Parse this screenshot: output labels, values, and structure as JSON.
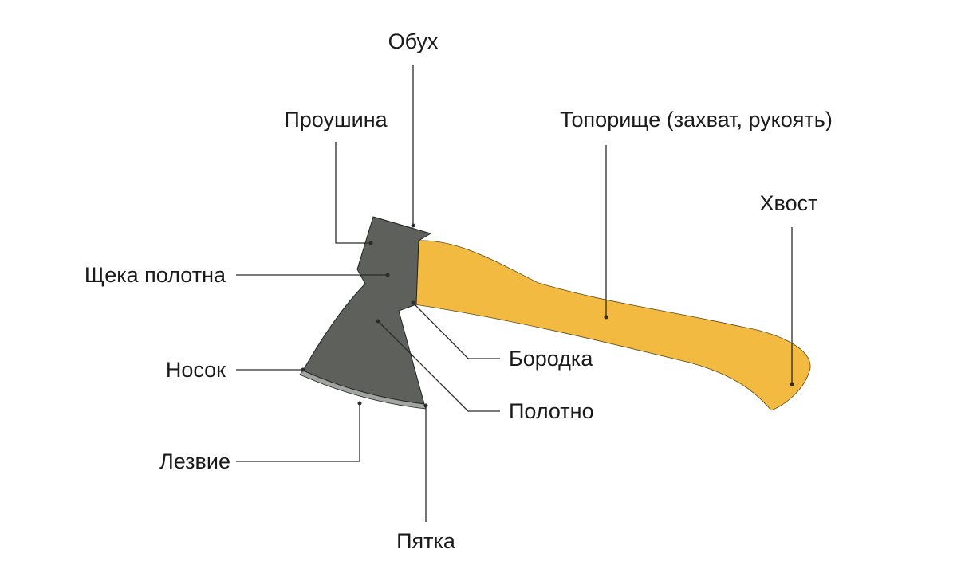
{
  "labels": {
    "obukh": "Обух",
    "proushina": "Проушина",
    "toporische": "Топорище (захват, рукоять)",
    "khvost": "Хвост",
    "scheka": "Щека полотна",
    "borodka": "Бородка",
    "nosok": "Носок",
    "polotno": "Полотно",
    "lezvie": "Лезвие",
    "pyatka": "Пятка"
  },
  "colors": {
    "handle": "#F2BA40",
    "head": "#5E605B",
    "blade_edge": "#A2A4A0",
    "leader": "#2B2B2B",
    "text": "#1A1A1A"
  }
}
